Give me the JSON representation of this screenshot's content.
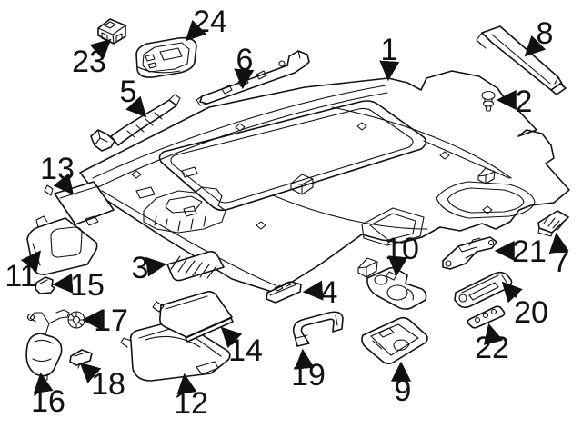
{
  "diagram": {
    "description": "Exploded parts diagram of a vehicle headliner and overhead interior trim components",
    "background_color": "#ffffff",
    "line_color": "#111111",
    "callout_count": 24
  },
  "callouts": [
    {
      "number": "1",
      "part": "headliner-panel"
    },
    {
      "number": "2",
      "part": "push-pin-clip"
    },
    {
      "number": "3",
      "part": "hatched-trim-strip"
    },
    {
      "number": "4",
      "part": "small-mount-strip"
    },
    {
      "number": "5",
      "part": "curved-support-rail"
    },
    {
      "number": "6",
      "part": "front-support-rail"
    },
    {
      "number": "7",
      "part": "ribbed-plate"
    },
    {
      "number": "8",
      "part": "rear-support-rail"
    },
    {
      "number": "9",
      "part": "dome-lamp"
    },
    {
      "number": "10",
      "part": "overhead-lamp-housing"
    },
    {
      "number": "11",
      "part": "sun-visor"
    },
    {
      "number": "12",
      "part": "sun-visor-large"
    },
    {
      "number": "13",
      "part": "sun-visor-panel"
    },
    {
      "number": "14",
      "part": "sun-visor-inner"
    },
    {
      "number": "15",
      "part": "visor-clip"
    },
    {
      "number": "16",
      "part": "courtesy-lamp"
    },
    {
      "number": "17",
      "part": "round-cap"
    },
    {
      "number": "18",
      "part": "retainer-clip"
    },
    {
      "number": "19",
      "part": "grab-handle"
    },
    {
      "number": "20",
      "part": "handle-bracket"
    },
    {
      "number": "21",
      "part": "mount-bracket"
    },
    {
      "number": "22",
      "part": "slotted-strip"
    },
    {
      "number": "23",
      "part": "switch-module"
    },
    {
      "number": "24",
      "part": "overhead-console"
    }
  ]
}
